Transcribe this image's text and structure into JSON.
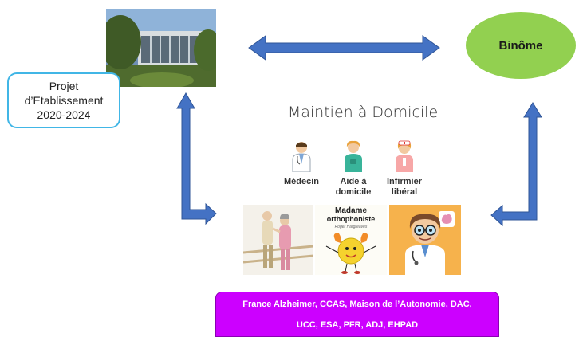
{
  "projet": {
    "lines": [
      "Projet",
      "d’Etablissement",
      "2020-2024"
    ]
  },
  "binome": {
    "label": "Binôme"
  },
  "title": "Maintien à Domicile",
  "professionals": [
    {
      "lines": [
        "Médecin"
      ],
      "icon": "doctor-icon"
    },
    {
      "lines": [
        "Aide à",
        "domicile"
      ],
      "icon": "home-aide-icon"
    },
    {
      "lines": [
        "Infirmier",
        "libéral"
      ],
      "icon": "nurse-icon"
    }
  ],
  "orthophoniste": {
    "title_line1": "Madame",
    "title_line2": "orthophoniste",
    "author": "Roger Hargreaves"
  },
  "partners": {
    "line1": "France Alzheimer, CCAS, Maison de l’Autonomie, DAC,",
    "line2": "UCC, ESA, PFR, ADJ, EHPAD"
  },
  "colors": {
    "arrow": "#4472c4",
    "binome": "#92d050",
    "projet_border": "#41b6e6",
    "partners_bg": "#cc00ff"
  }
}
